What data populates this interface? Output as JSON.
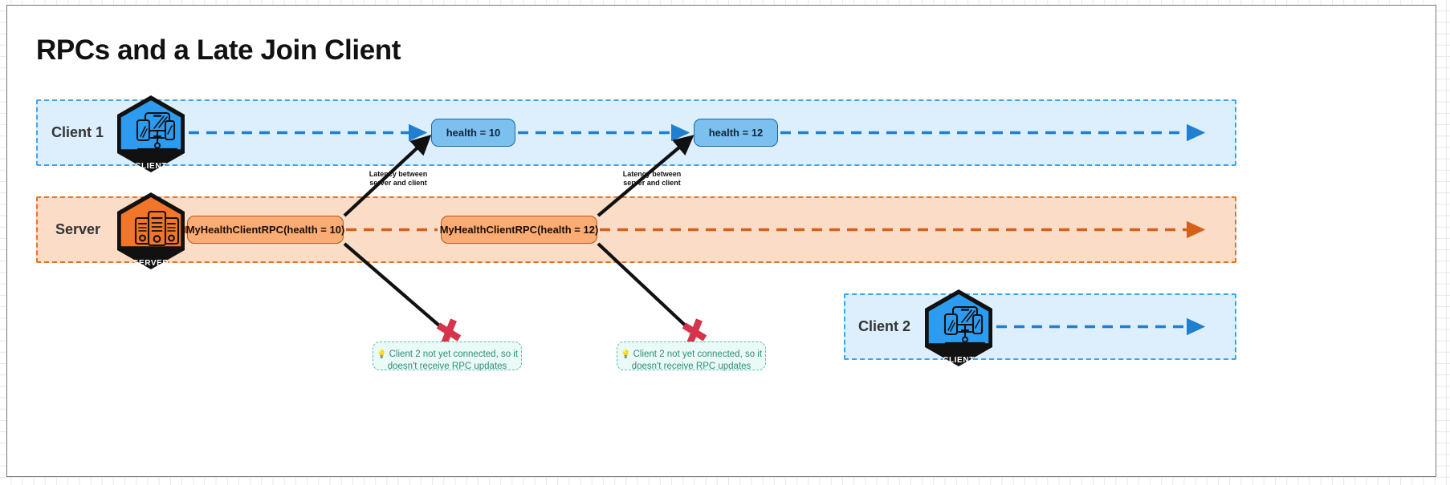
{
  "page": {
    "title": "RPCs and a Late Join Client"
  },
  "colors": {
    "client_fill": "#ddeffc",
    "client_stroke": "#3da3ef",
    "server_fill": "#fbdcc7",
    "server_stroke": "#e8731b",
    "message_blue_fill": "#7cc0ef",
    "message_blue_stroke": "#1667a8",
    "message_orange_fill": "#fbab74",
    "message_orange_stroke": "#b4591a",
    "note_fill": "#eafaf6",
    "note_stroke": "#5fbfae",
    "note_text": "#2f8d7d",
    "cross_marker": "#d6344a",
    "icon_blue": "#2c9bf0",
    "icon_orange": "#f2762a",
    "icon_dark": "#111111"
  },
  "lanes": [
    {
      "id": "client1",
      "label": "Client 1",
      "type": "client",
      "icon_caption": "CLIENT",
      "icon_name": "client-devices-icon"
    },
    {
      "id": "server",
      "label": "Server",
      "type": "server",
      "icon_caption": "SERVER",
      "icon_name": "server-racks-icon"
    },
    {
      "id": "client2",
      "label": "Client 2",
      "type": "client",
      "icon_caption": "CLIENT",
      "icon_name": "client-devices-icon"
    }
  ],
  "messages": [
    {
      "id": "health10",
      "lane": "client1",
      "label": "health = 10",
      "style": "blue"
    },
    {
      "id": "health12",
      "lane": "client1",
      "label": "health = 12",
      "style": "blue"
    },
    {
      "id": "rpc1",
      "lane": "server",
      "label": "MyHealthClientRPC(health = 10)",
      "style": "orange"
    },
    {
      "id": "rpc2",
      "lane": "server",
      "label": "MyHealthClientRPC(health = 12)",
      "style": "orange"
    }
  ],
  "latency_labels": [
    {
      "id": "lat1",
      "line1": "Latency between",
      "line2": "server and client"
    },
    {
      "id": "lat2",
      "line1": "Latency between",
      "line2": "server and client"
    }
  ],
  "notes": [
    {
      "id": "note1",
      "icon": "lightbulb-icon",
      "line1": "Client 2 not yet connected, so it",
      "line2": "doesn't receive RPC updates"
    },
    {
      "id": "note2",
      "icon": "lightbulb-icon",
      "line1": "Client 2 not yet connected, so it",
      "line2": "doesn't receive RPC updates"
    }
  ],
  "markers": [
    {
      "id": "cross1",
      "name": "red-cross-marker"
    },
    {
      "id": "cross2",
      "name": "red-cross-marker"
    }
  ]
}
